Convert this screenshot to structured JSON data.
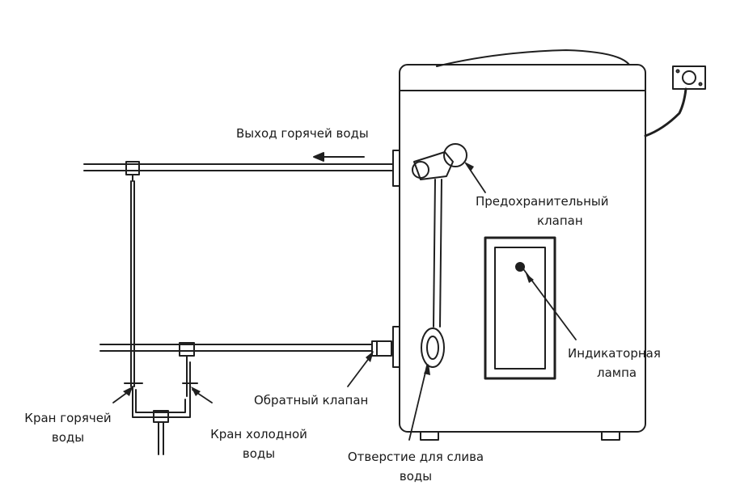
{
  "labels": {
    "hot_outlet": "Выход горячей воды",
    "safety_valve_line1": "Предохранительный",
    "safety_valve_line2": "клапан",
    "indicator_line1": "Индикаторная",
    "indicator_line2": "лампа",
    "check_valve": "Обратный клапан",
    "drain_line1": "Отверстие для слива",
    "drain_line2": "воды",
    "hot_tap_line1": "Кран горячей",
    "hot_tap_line2": "воды",
    "cold_tap_line1": "Кран холодной",
    "cold_tap_line2": "воды"
  },
  "colors": {
    "line": "#1f1f1f",
    "outline": "#222222"
  }
}
